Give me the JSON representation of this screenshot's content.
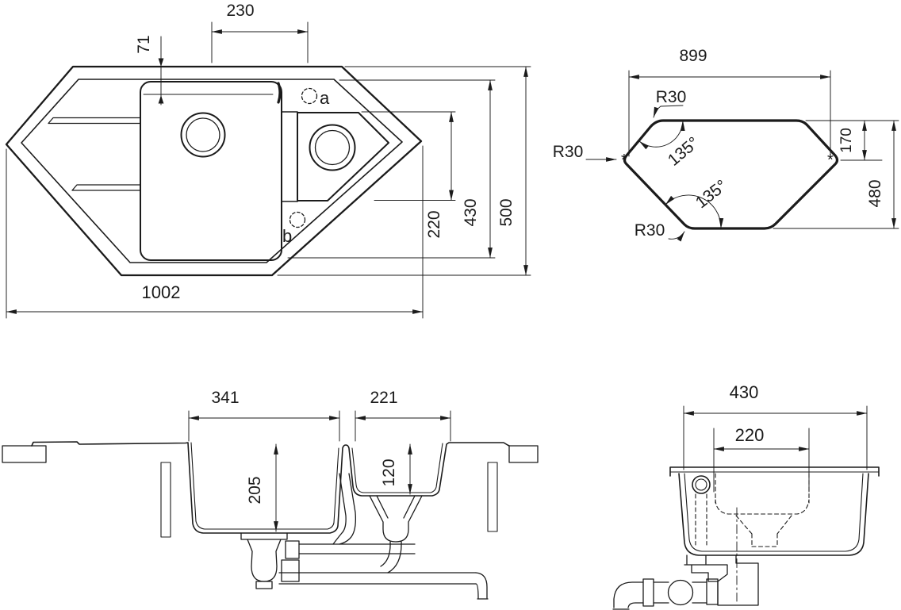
{
  "page": {
    "background": "#ffffff",
    "line_color": "#1b1b1b"
  },
  "plan_view": {
    "dim_230": "230",
    "dim_71": "71",
    "dim_220": "220",
    "dim_430": "430",
    "dim_500": "500",
    "dim_1002": "1002",
    "tap_hole_a": "a",
    "tap_hole_b": "b"
  },
  "cutout_view": {
    "dim_899": "899",
    "radius_top": "R30",
    "radius_left": "R30",
    "radius_bottom": "R30",
    "angle_top": "135°",
    "angle_bottom": "135°",
    "dim_170": "170",
    "dim_480": "480",
    "marker_left": "*",
    "marker_right": "*"
  },
  "front_section_view": {
    "dim_341": "341",
    "dim_221": "221",
    "dim_205": "205",
    "dim_120": "120"
  },
  "side_section_view": {
    "dim_430": "430",
    "dim_220": "220"
  }
}
